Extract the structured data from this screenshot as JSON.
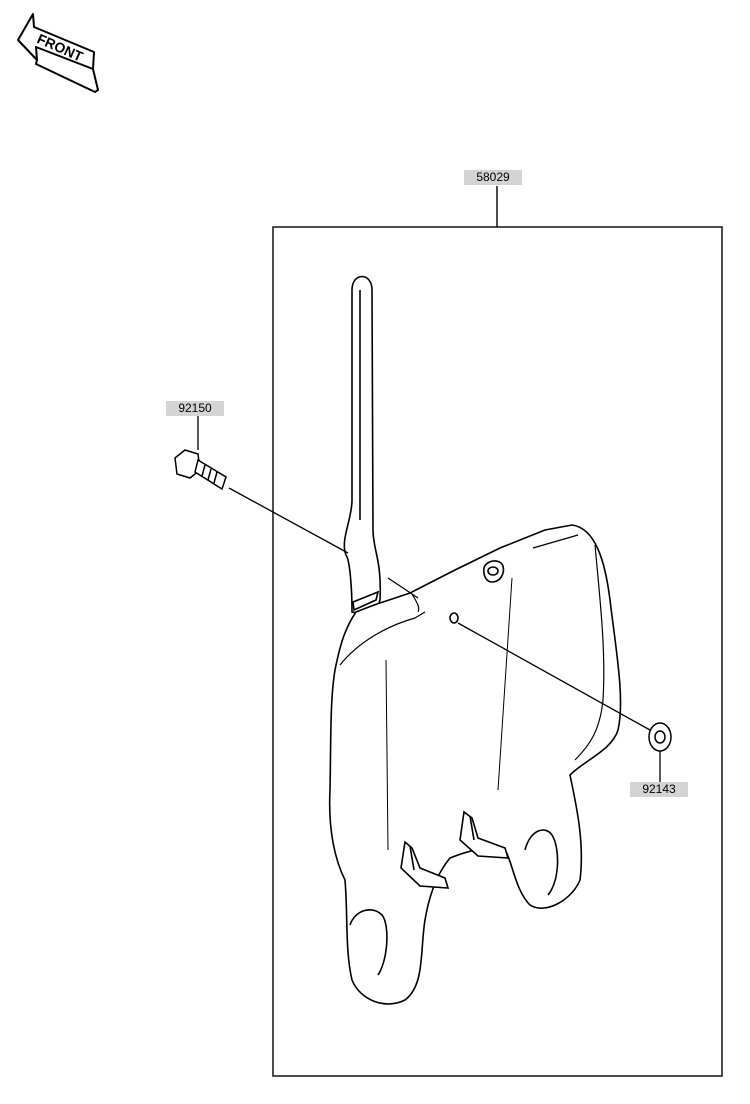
{
  "front_arrow": {
    "text": "FRONT"
  },
  "parts": [
    {
      "number": "58029",
      "description": ""
    },
    {
      "number": "92150",
      "description": ""
    },
    {
      "number": "92143",
      "description": ""
    }
  ],
  "colors": {
    "line": "#000000",
    "callout_bg": "#d4d4d4",
    "background": "#ffffff"
  }
}
